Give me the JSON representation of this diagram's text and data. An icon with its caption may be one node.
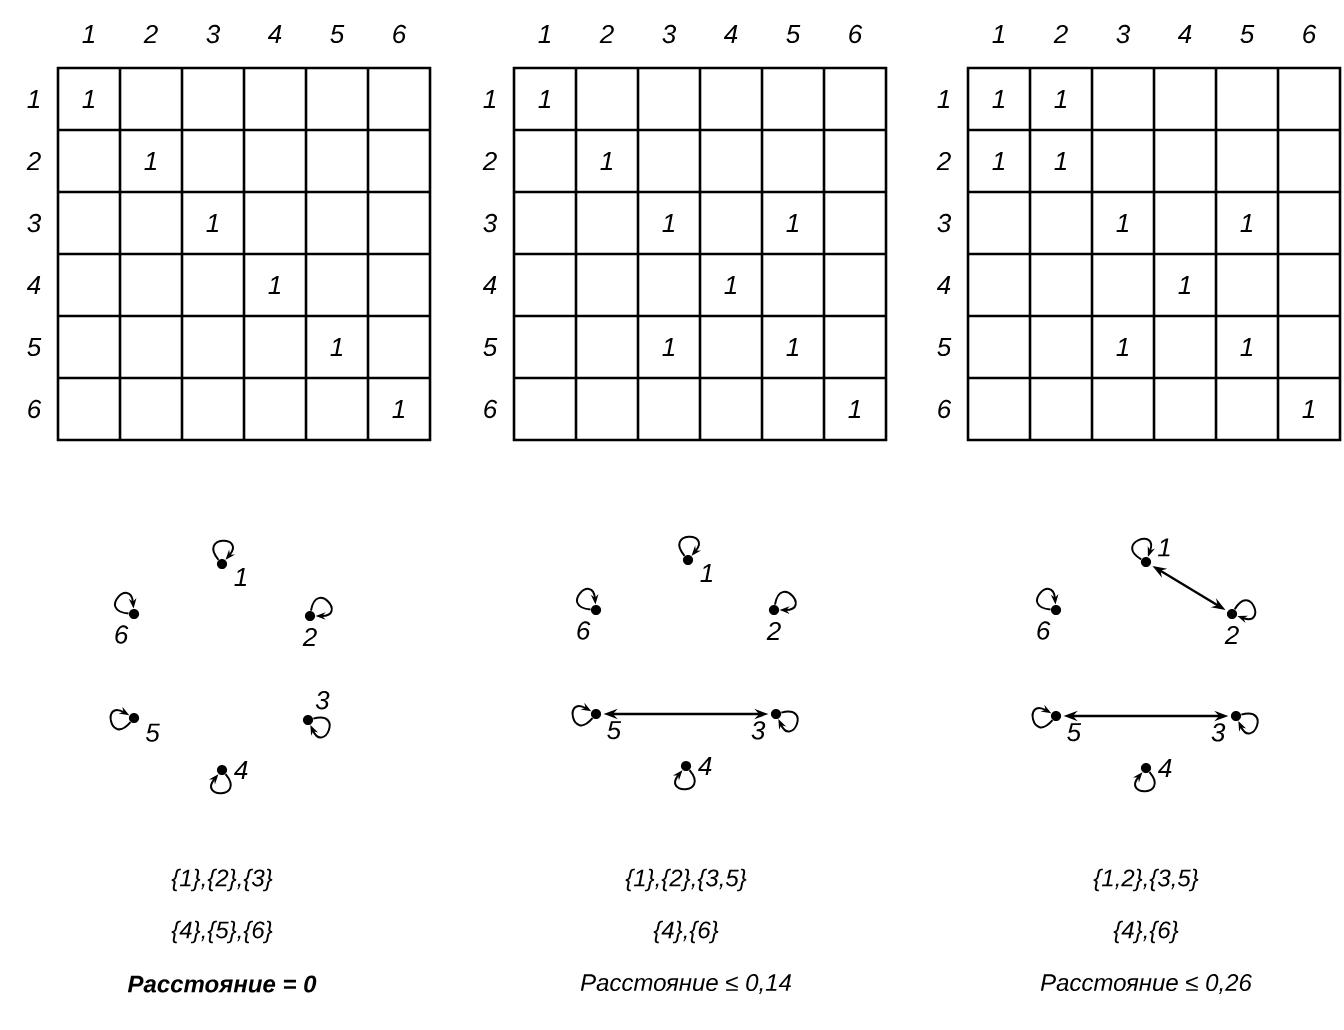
{
  "diagram": {
    "nodes": [
      {
        "text": [
          "1"
        ]
      },
      {
        "text": [
          "2"
        ]
      },
      {
        "text": [
          "3"
        ]
      },
      {
        "text": [
          "4"
        ]
      },
      {
        "text": [
          "5"
        ]
      },
      {
        "text": [
          "6"
        ]
      },
      {
        "text": [
          "1"
        ]
      },
      {
        "text": [
          "2"
        ]
      },
      {
        "text": [
          "3"
        ]
      },
      {
        "text": [
          "4"
        ]
      },
      {
        "text": [
          "5"
        ]
      },
      {
        "text": [
          "6"
        ]
      },
      {
        "text": [
          "1"
        ]
      },
      {
        "text": [
          "2"
        ]
      },
      {
        "text": [
          "3"
        ]
      },
      {
        "text": [
          "4"
        ]
      },
      {
        "text": [
          "5"
        ]
      },
      {
        "text": [
          "6"
        ]
      }
    ],
    "edges": [
      {
        "from": 0,
        "to": 0,
        "arrow": "to"
      },
      {
        "from": 1,
        "to": 1,
        "arrow": "to"
      },
      {
        "from": 2,
        "to": 2,
        "arrow": "to"
      },
      {
        "from": 3,
        "to": 3,
        "arrow": "to"
      },
      {
        "from": 4,
        "to": 4,
        "arrow": "to"
      },
      {
        "from": 5,
        "to": 5,
        "arrow": "to"
      },
      {
        "from": 6,
        "to": 6,
        "arrow": "to"
      },
      {
        "from": 7,
        "to": 7,
        "arrow": "to"
      },
      {
        "from": 8,
        "to": 8,
        "arrow": "to"
      },
      {
        "from": 9,
        "to": 9,
        "arrow": "to"
      },
      {
        "from": 10,
        "to": 10,
        "arrow": "to"
      },
      {
        "from": 11,
        "to": 11,
        "arrow": "to"
      },
      {
        "from": 10,
        "to": 8,
        "arrow": "both"
      },
      {
        "from": 12,
        "to": 12,
        "arrow": "to"
      },
      {
        "from": 13,
        "to": 13,
        "arrow": "to"
      },
      {
        "from": 14,
        "to": 14,
        "arrow": "to"
      },
      {
        "from": 15,
        "to": 15,
        "arrow": "to"
      },
      {
        "from": 16,
        "to": 16,
        "arrow": "to"
      },
      {
        "from": 17,
        "to": 17,
        "arrow": "to"
      },
      {
        "from": 12,
        "to": 13,
        "arrow": "both"
      },
      {
        "from": 16,
        "to": 14,
        "arrow": "both"
      }
    ],
    "labels": [
      "1",
      "2",
      "3",
      "4",
      "5",
      "6",
      "1",
      "1",
      "2",
      "1",
      "3",
      "1",
      "4",
      "1",
      "5",
      "1",
      "6",
      "1",
      "1",
      "2",
      "3",
      "4",
      "5",
      "6",
      "1",
      "1",
      "2",
      "1",
      "3",
      "1",
      "1",
      "4",
      "1",
      "5",
      "1",
      "1",
      "6",
      "1",
      "1",
      "2",
      "3",
      "4",
      "5",
      "6",
      "1",
      "1",
      "1",
      "2",
      "1",
      "1",
      "3",
      "1",
      "1",
      "4",
      "1",
      "5",
      "1",
      "1",
      "6",
      "1",
      "{1},{2},{3}",
      "{4},{5},{6}",
      "Расстояние = 0",
      "{1},{2},{3,5}",
      "{4},{6}",
      "Расстояние ≤ 0,14",
      "{1,2},{3,5}",
      "{4},{6}",
      "Расстояние ≤ 0,26"
    ]
  }
}
